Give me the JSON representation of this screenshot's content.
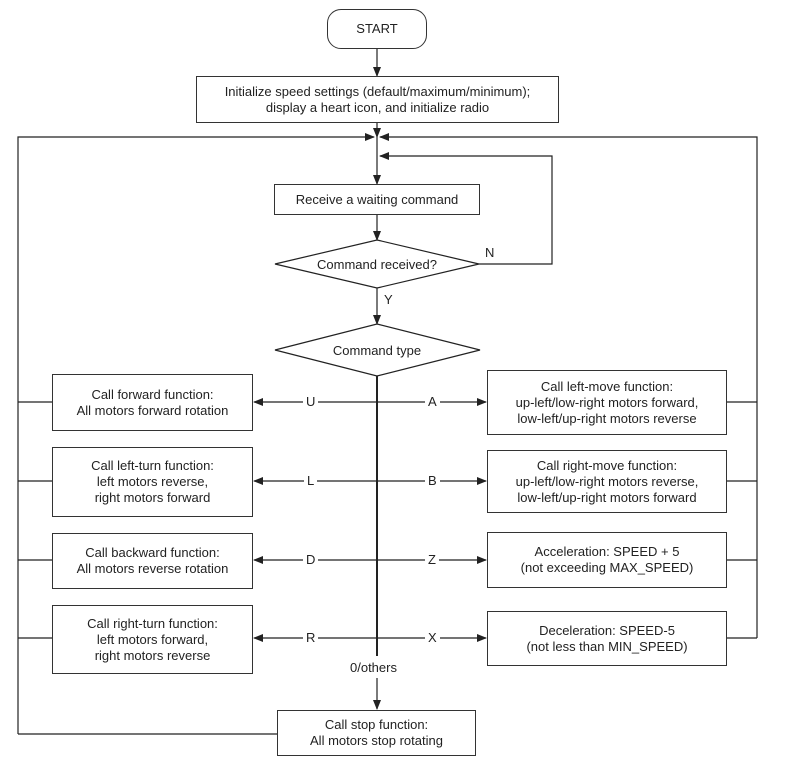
{
  "start": "START",
  "init": [
    "Initialize speed settings (default/maximum/minimum);",
    "display a heart icon, and initialize radio"
  ],
  "receive": "Receive a waiting command",
  "check": "Command received?",
  "check_no": "N",
  "check_yes": "Y",
  "type": "Command type",
  "forward": [
    "Call forward function:",
    "All motors  forward rotation"
  ],
  "left_turn": [
    "Call left-turn function:",
    "left motors reverse,",
    "right motors forward"
  ],
  "backward": [
    "Call backward function:",
    "All motors reverse rotation"
  ],
  "right_turn": [
    "Call right-turn function:",
    "left motors forward,",
    "right motors reverse"
  ],
  "left_move": [
    "Call left-move function:",
    "up-left/low-right motors forward,",
    "low-left/up-right motors reverse"
  ],
  "right_move": [
    "Call right-move function:",
    "up-left/low-right motors reverse,",
    "low-left/up-right motors forward"
  ],
  "accel": [
    "Acceleration: SPEED + 5",
    "(not exceeding MAX_SPEED)"
  ],
  "decel": [
    "Deceleration: SPEED-5",
    "(not less than MIN_SPEED)"
  ],
  "stop": [
    "Call stop function:",
    "All motors stop rotating"
  ],
  "keys": {
    "u": "U",
    "l": "L",
    "d": "D",
    "r": "R",
    "a": "A",
    "b": "B",
    "z": "Z",
    "x": "X"
  },
  "others": "0/others"
}
